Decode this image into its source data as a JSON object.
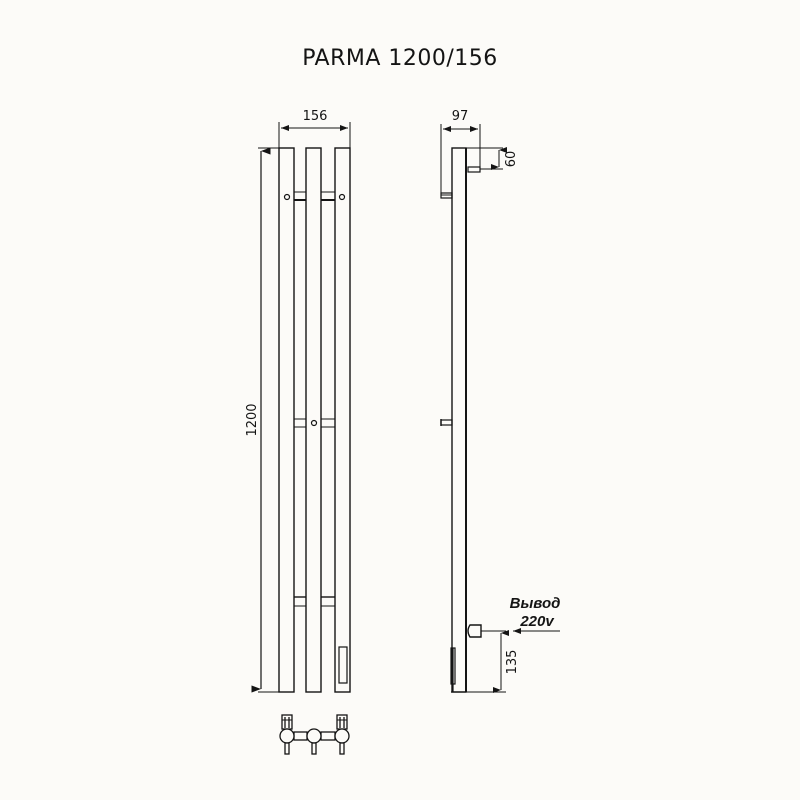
{
  "title": "PARMA 1200/156",
  "front_view": {
    "width_dimension": "156",
    "height_dimension": "1200"
  },
  "side_view": {
    "depth_dimension": "97",
    "top_offset_dimension": "60",
    "bottom_offset_dimension": "135",
    "power_outlet_label_line1": "Вывод",
    "power_outlet_label_line2": "220v"
  },
  "colors": {
    "background": "#fcfbf8",
    "line": "#141414"
  }
}
